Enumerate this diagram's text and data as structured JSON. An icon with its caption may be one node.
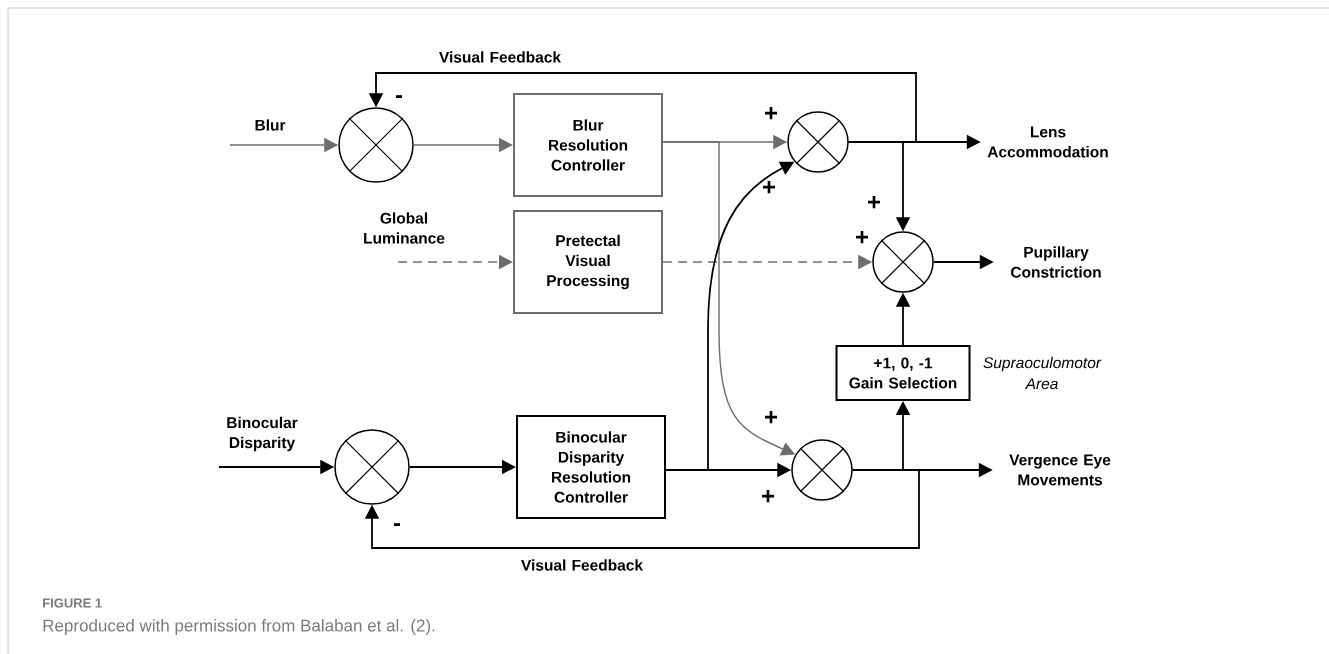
{
  "diagram": {
    "caption": "Reproduced with permission from Balaban et al. (2).",
    "nodes": [
      {
        "text": [],
        "shape": "circle"
      },
      {
        "text": [
          "Blur Resolution Controller"
        ]
      },
      {
        "text": [
          "Pretectal Visual Processing"
        ]
      },
      {
        "text": [],
        "shape": "circle"
      },
      {
        "text": [
          "Lens Accommodation"
        ]
      },
      {
        "text": [],
        "shape": "circle"
      },
      {
        "text": [
          "Pupillary Constriction"
        ]
      },
      {
        "text": [
          "+1, 0, -1",
          "Gain Selection"
        ],
        "beside": [
          "Supraoculomotor Area"
        ]
      },
      {
        "text": [],
        "shape": "circle"
      },
      {
        "text": [
          "Vergence Eye Movements"
        ]
      },
      {
        "text": [],
        "shape": "circle"
      },
      {
        "text": [
          "Binocular Disparity Resolution Controller"
        ]
      }
    ],
    "edges": [
      {
        "from": null,
        "to": 0,
        "arrow": "to",
        "label": "Blur",
        "color": "#6d6d6d"
      },
      {
        "from": 0,
        "to": 1,
        "arrow": "to",
        "color": "#6d6d6d"
      },
      {
        "from": 1,
        "to": 3,
        "arrow": "to",
        "color": "#6d6d6d"
      },
      {
        "from": 1,
        "to": 8,
        "arrow": "to",
        "color": "#6d6d6d"
      },
      {
        "from": null,
        "to": 2,
        "arrow": "to",
        "label": "Global Luminance",
        "style": "dashed",
        "color": "#6d6d6d"
      },
      {
        "from": 2,
        "to": 5,
        "arrow": "to",
        "style": "dashed",
        "color": "#6d6d6d"
      },
      {
        "from": 3,
        "to": 4,
        "arrow": "to"
      },
      {
        "from": 3,
        "to": 0,
        "arrow": "to",
        "label": "Visual Feedback"
      },
      {
        "from": 3,
        "to": 5,
        "arrow": "to"
      },
      {
        "from": 5,
        "to": 6,
        "arrow": "to"
      },
      {
        "from": null,
        "to": 10,
        "arrow": "to",
        "label": "Binocular Disparity"
      },
      {
        "from": 10,
        "to": 11,
        "arrow": "to"
      },
      {
        "from": 11,
        "to": 8,
        "arrow": "to"
      },
      {
        "from": 11,
        "to": 3,
        "arrow": "to"
      },
      {
        "from": 8,
        "to": 9,
        "arrow": "to"
      },
      {
        "from": 8,
        "to": 7,
        "arrow": "to"
      },
      {
        "from": 7,
        "to": 5,
        "arrow": "to"
      },
      {
        "from": 8,
        "to": 10,
        "arrow": "to",
        "label": "Visual Feedback"
      }
    ],
    "labels": [
      "-",
      "+",
      "+",
      "+",
      "+",
      "+",
      "+",
      "-",
      "FIGURE 1"
    ]
  }
}
